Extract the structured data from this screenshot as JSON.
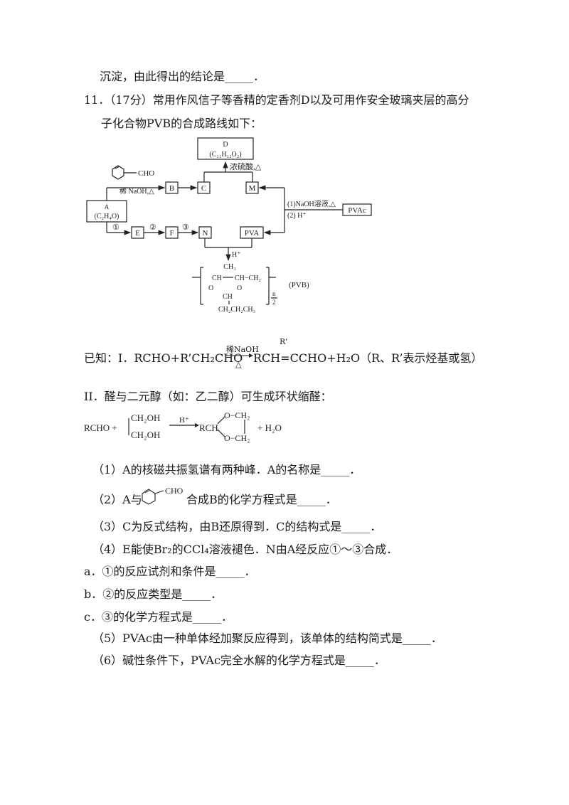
{
  "lines": {
    "l0": "沉淀，由此得出的结论是_____．",
    "l1": "11．（17分）常用作风信子等香精的定香剂D以及可用作安全玻璃夹层的高分",
    "l2": "子化合物PVB的合成路线如下：",
    "known1_pre": "已知：I．RCHO+R’CH₂CHO",
    "known1_post": "RCH=CCHO+H₂O（R、R’表示烃基或氢）",
    "known1_cond_top": "稀NaOH",
    "known1_cond_bot": "△",
    "known1_sub": "R'",
    "known2": "II．醛与二元醇（如：乙二醇）可生成环状缩醛：",
    "q1": "（1）A的核磁共振氢谱有两种峰．A的名称是_____．",
    "q2_pre": "（2）A与",
    "q2_post": "合成B的化学方程式是_____．",
    "q3": "（3）C为反式结构，由B还原得到．C的结构式是_____．",
    "q4": "（4）E能使Br₂的CCl₄溶液褪色．N由A经反应①～③合成．",
    "qa": "a．①的反应试剂和条件是_____．",
    "qb": "b．②的反应类型是_____．",
    "qc": "c．③的化学方程式是_____．",
    "q5": "（5）PVAc由一种单体经加聚反应得到，该单体的结构简式是_____．",
    "q6": "（6）碱性条件下，PVAc完全水解的化学方程式是_____．"
  },
  "scheme": {
    "D_label": "D",
    "D_formula": "(C₁₁H₁₂O₂)",
    "conc_acid": "浓硫酸,△",
    "cho": "CHO",
    "naoh_dilute": "稀 NaOH,△",
    "A_label": "A",
    "A_formula": "(C₂H₄O)",
    "B": "B",
    "C": "C",
    "M": "M",
    "E": "E",
    "F": "F",
    "N": "N",
    "PVA": "PVA",
    "PVAc": "PVAc",
    "step1": "①",
    "step2": "②",
    "step3": "③",
    "hydro1": "(1)NaOH溶液,△",
    "hydro2": "(2) H⁺",
    "hplus": "H⁺",
    "pvb_label": "(PVB)",
    "pvb_ch3": "CH₃",
    "pvb_ch_left": "CH",
    "pvb_ch_right": "CH−CH₂",
    "pvb_o1": "O",
    "pvb_o2": "O",
    "pvb_ch_mid": "CH",
    "pvb_chain": "CH₂CH₂CH₃",
    "pvb_n": "n",
    "pvb_2": "2"
  },
  "acetal": {
    "rcho": "RCHO +",
    "ch2oh1": "CH₂OH",
    "ch2oh2": "CH₂OH",
    "hplus": "H⁺",
    "rch": "RCH",
    "o_ch2_1": "O−CH₂",
    "o_ch2_2": "O−CH₂",
    "h2o": "+ H₂O"
  }
}
